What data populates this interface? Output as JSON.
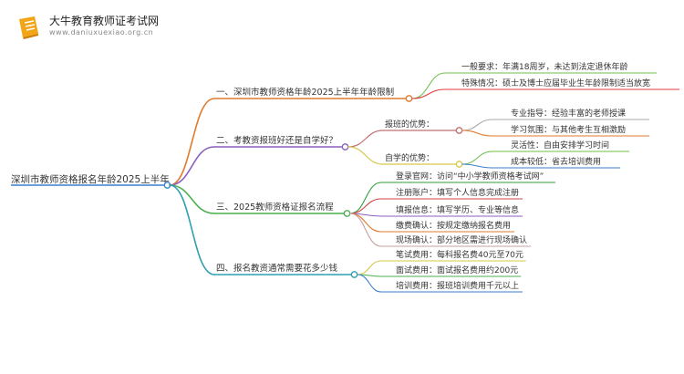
{
  "header": {
    "site_name": "大牛教育教师证考试网",
    "site_url": "www.daniuxuexiao.org.cn",
    "logo_icon": "book-cap-logo"
  },
  "mindmap": {
    "root": "深圳市教师资格报名年龄2025上半年",
    "branches": [
      {
        "label": "一、深圳市教师资格年龄2025上半年年龄限制",
        "color": "#e07a2e",
        "children": [
          {
            "label": "一般要求：年满18周岁，未达到法定退休年龄",
            "color": "#6fbf4a"
          },
          {
            "label": "特殊情况：硕士及博士应届毕业生年龄限制适当放宽",
            "color": "#e23b3b"
          }
        ]
      },
      {
        "label": "二、考教资报班好还是自学好？",
        "color": "#8a5fbf",
        "children": [
          {
            "label": "报班的优势：",
            "color": "#c07070",
            "children": [
              {
                "label": "专业指导：经验丰富的老师授课",
                "color": "#aaaaaa"
              },
              {
                "label": "学习氛围：与其他考生互相激励",
                "color": "#e07a2e"
              }
            ]
          },
          {
            "label": "自学的优势：",
            "color": "#d6c84a",
            "children": [
              {
                "label": "灵活性：自由安排学习时间",
                "color": "#6fbf4a"
              },
              {
                "label": "成本较低：省去培训费用",
                "color": "#3a7fd0"
              }
            ]
          }
        ]
      },
      {
        "label": "三、2025教师资格证报名流程",
        "color": "#4caf50",
        "children": [
          {
            "label": "登录官网：访问“中小学教师资格考试网”",
            "color": "#2e9e3a"
          },
          {
            "label": "注册账户：填写个人信息完成注册",
            "color": "#d34040"
          },
          {
            "label": "填报信息：填写学历、专业等信息",
            "color": "#8a5fbf"
          },
          {
            "label": "缴费确认：按规定缴纳报名费用",
            "color": "#e07a2e"
          },
          {
            "label": "现场确认：部分地区需进行现场确认",
            "color": "#c9a0a0"
          }
        ]
      },
      {
        "label": "四、报名教资通常需要花多少钱",
        "color": "#2f9fb0",
        "children": [
          {
            "label": "笔试费用：每科报名费40元至70元",
            "color": "#d6c84a"
          },
          {
            "label": "面试费用：面试报名费用约200元",
            "color": "#4caf50"
          },
          {
            "label": "培训费用：报班培训费用千元以上",
            "color": "#3a7fd0"
          }
        ]
      }
    ]
  }
}
